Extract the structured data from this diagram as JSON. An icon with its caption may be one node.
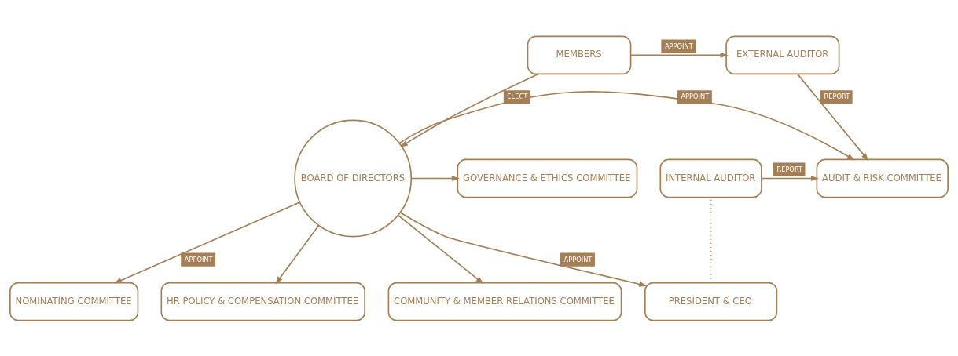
{
  "diagram": {
    "nodes": [
      {
        "text": [
          "MEMBERS"
        ]
      },
      {
        "text": [
          "EXTERNAL AUDITOR"
        ]
      },
      {
        "text": [
          "GOVERNANCE & ETHICS COMMITTEE"
        ]
      },
      {
        "text": [
          "BOARD OF DIRECTORS"
        ]
      },
      {
        "text": [
          "AUDIT & RISK COMMITTEE"
        ]
      },
      {
        "text": [
          "INTERNAL AUDITOR"
        ]
      },
      {
        "text": [
          "NOMINATING COMMITTEE"
        ]
      },
      {
        "text": [
          "HR POLICY & COMPENSATION COMMITTEE"
        ]
      },
      {
        "text": [
          "COMMUNITY & MEMBER RELATIONS COMMITTEE"
        ]
      },
      {
        "text": [
          "PRESIDENT & CEO"
        ]
      }
    ],
    "edges": [
      {
        "from": 0,
        "to": 1,
        "arrow": "to",
        "label": "APPOINT"
      },
      {
        "from": 0,
        "to": 3,
        "arrow": "to",
        "label": "ELECT"
      },
      {
        "from": 1,
        "to": 4,
        "arrow": "to",
        "label": "REPORT"
      },
      {
        "from": 5,
        "to": 4,
        "arrow": "to",
        "label": "REPORT"
      },
      {
        "from": 3,
        "to": 2,
        "arrow": "to"
      },
      {
        "from": 3,
        "to": 6,
        "arrow": "to",
        "label": "APPOINT"
      },
      {
        "from": 3,
        "to": 8,
        "arrow": "to"
      },
      {
        "from": 3,
        "to": 4,
        "arrow": "to",
        "label": "APPOINT"
      },
      {
        "from": 3,
        "to": 7,
        "arrow": "to"
      },
      {
        "from": 3,
        "to": 9,
        "arrow": "to",
        "label": "APPOINT"
      },
      {
        "from": 9,
        "to": 5,
        "arrow": "none",
        "style": "dashed"
      }
    ]
  }
}
